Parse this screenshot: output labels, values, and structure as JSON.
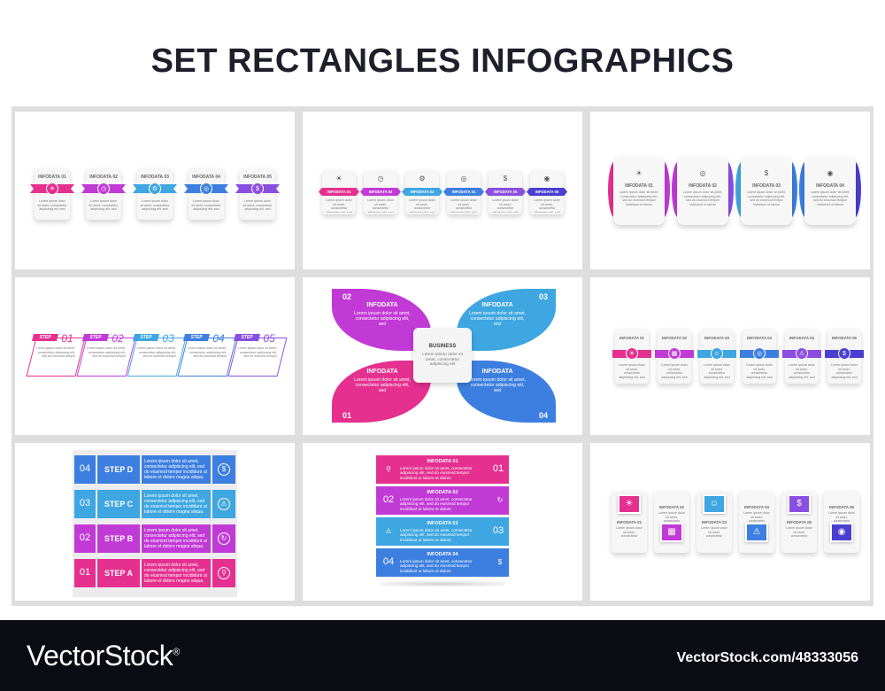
{
  "title": "SET RECTANGLES INFOGRAPHICS",
  "colors": [
    "#e5308f",
    "#c13ad6",
    "#3ea6e0",
    "#3d7fe0",
    "#8a4ee0",
    "#4a3fd0"
  ],
  "icons": [
    "bulb-icon",
    "clock-icon",
    "gear-icon",
    "globe-icon",
    "dollar-icon",
    "target-icon",
    "calendar-icon",
    "person-icon",
    "warning-icon",
    "refresh-icon",
    "search-icon"
  ],
  "panel1": {
    "labels": [
      "INFODATA 01",
      "INFODATA 02",
      "INFODATA 03",
      "INFODATA 04",
      "INFODATA 05"
    ],
    "lorem": "Lorem ipsum dolor sit amet, consectetur adipiscing elit, sed"
  },
  "panel2": {
    "labels": [
      "INFODATA 01",
      "INFODATA 02",
      "INFODATA 03",
      "INFODATA 04",
      "INFODATA 05",
      "INFODATA 06"
    ],
    "lorem": "Lorem ipsum dolor sit amet, consectetur adipiscing elit, sed"
  },
  "panel3": {
    "labels": [
      "INFODATA 01",
      "INFODATA 02",
      "INFODATA 03",
      "INFODATA 04"
    ],
    "lorem": "Lorem ipsum dolor sit amet, consectetur adipiscing elit, sed do eiusmod tempor incididunt ut labore"
  },
  "panel4": {
    "step": "STEP",
    "numbers": [
      "01",
      "02",
      "03",
      "04",
      "05"
    ],
    "lorem": "Lorem ipsum dolor sit amet, consectetur adipiscing elit, sed do eiusmod tempor"
  },
  "panel5": {
    "center_title": "BUSINESS",
    "center_text": "Lorem ipsum dolor sit amet, consectetur adipiscing elit",
    "leaves": [
      {
        "num": "02",
        "title": "INFODATA",
        "text": "Lorem ipsum dolor sit amet, consectetur adipiscing elit, sed"
      },
      {
        "num": "03",
        "title": "INFODATA",
        "text": "Lorem ipsum dolor sit amet, consectetur adipiscing elit, sed"
      },
      {
        "num": "01",
        "title": "INFODATA",
        "text": "Lorem ipsum dolor sit amet, consectetur adipiscing elit, sed"
      },
      {
        "num": "04",
        "title": "INFODATA",
        "text": "Lorem ipsum dolor sit amet, consectetur adipiscing elit, sed"
      }
    ]
  },
  "panel6": {
    "labels": [
      "INFODATA 01",
      "INFODATA 02",
      "INFODATA 03",
      "INFODATA 04",
      "INFODATA 04",
      "INFODATA 05"
    ],
    "lorem": "Lorem ipsum dolor sit amet, consectetur adipiscing elit, sed"
  },
  "panel7": {
    "rows": [
      {
        "num": "04",
        "step": "STEP D",
        "text": "Lorem ipsum dolor sit amet, consectetur adipiscing elit, sed do eiusmod tempor incididunt ut labore et dolore magna aliqua."
      },
      {
        "num": "03",
        "step": "STEP C",
        "text": "Lorem ipsum dolor sit amet, consectetur adipiscing elit, sed do eiusmod tempor incididunt ut labore et dolore magna aliqua."
      },
      {
        "num": "02",
        "step": "STEP B",
        "text": "Lorem ipsum dolor sit amet, consectetur adipiscing elit, sed do eiusmod tempor incididunt ut labore et dolore magna aliqua."
      },
      {
        "num": "01",
        "step": "STEP A",
        "text": "Lorem ipsum dolor sit amet, consectetur adipiscing elit, sed do eiusmod tempor incididunt ut labore et dolore magna aliqua."
      }
    ]
  },
  "panel8": {
    "rows": [
      {
        "num": "01",
        "title": "INFODATA 01",
        "text": "Lorem ipsum dolor sit amet, consectetur adipiscing elit, sed do eiusmod tempor incididunt ut labore et dolore"
      },
      {
        "num": "02",
        "title": "INFODATA 02",
        "text": "Lorem ipsum dolor sit amet, consectetur adipiscing elit, sed do eiusmod tempor incididunt ut labore et dolore"
      },
      {
        "num": "03",
        "title": "INFODATA 03",
        "text": "Lorem ipsum dolor sit amet, consectetur adipiscing elit, sed do eiusmod tempor incididunt ut labore et dolore"
      },
      {
        "num": "04",
        "title": "INFODATA 04",
        "text": "Lorem ipsum dolor sit amet, consectetur adipiscing elit, sed do eiusmod tempor incididunt ut labore et dolore"
      }
    ]
  },
  "panel9": {
    "labels": [
      "INFODATA 01",
      "INFODATA 02",
      "INFODATA 03",
      "INFODATA 04",
      "INFODATA 05",
      "INFODATA 06"
    ],
    "lorem": "Lorem ipsum dolor sit amet, consectetur adipiscing elit, sed"
  },
  "footer": {
    "brand": "VectorStock",
    "mark": "®",
    "ref": "VectorStock.com/48333056"
  }
}
